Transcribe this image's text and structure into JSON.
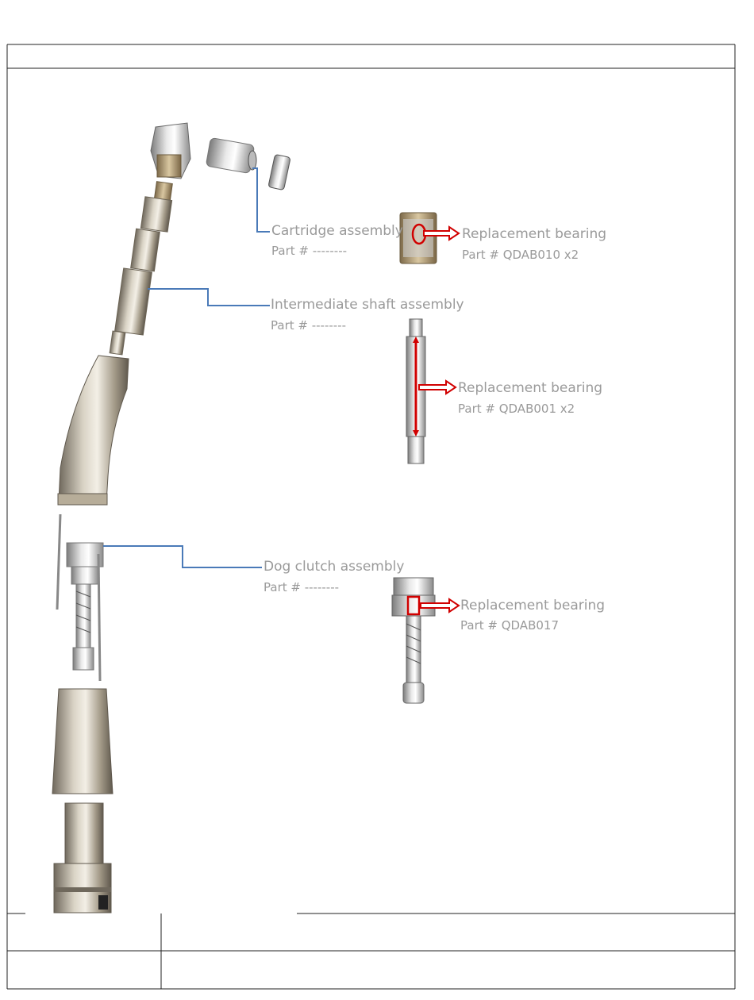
{
  "document": {
    "header_title": "",
    "footer_cells": [
      "",
      "",
      "",
      ""
    ]
  },
  "diagram": {
    "cartridge": {
      "name": "Cartridge assembly",
      "part": "Part # --------",
      "bearing_name": "Replacement  bearing",
      "bearing_part": "Part # QDAB010 x2"
    },
    "intermediate": {
      "name": "Intermediate shaft assembly",
      "part": "Part # --------",
      "bearing_name": "Replacement bearing",
      "bearing_part": "Part # QDAB001 x2"
    },
    "dog_clutch": {
      "name": "Dog clutch assembly",
      "part": "Part # --------",
      "bearing_name": "Replacement bearing",
      "bearing_part": "Part # QDAB017"
    }
  },
  "colors": {
    "leader_line": "#4a7ab8",
    "bearing_arrow": "#d10000",
    "label_text": "#9a9a9a",
    "frame": "#222222"
  }
}
